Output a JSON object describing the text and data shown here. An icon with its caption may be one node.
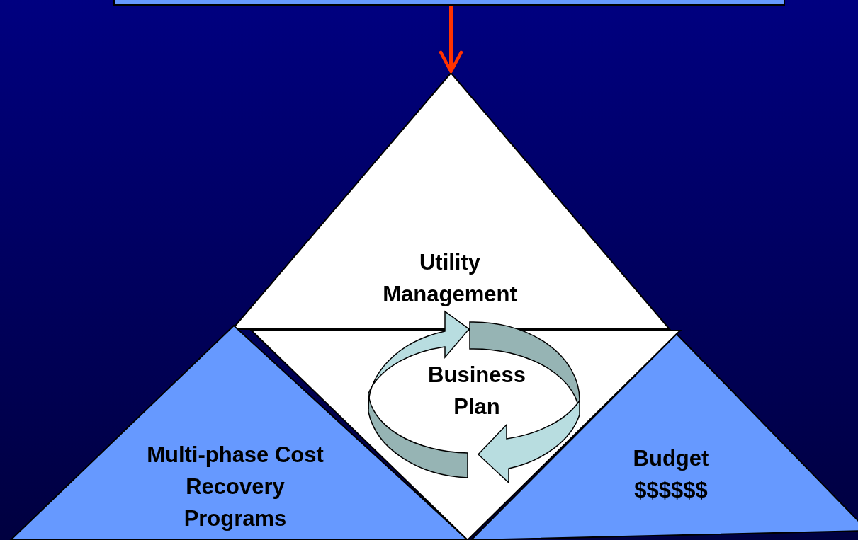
{
  "diagram": {
    "nodes": [
      {
        "text": [],
        "shape": "box"
      },
      {
        "text": [
          "Utility Management"
        ]
      },
      {
        "text": [
          "Multi-phase Cost Recovery Programs"
        ]
      },
      {
        "text": [
          "Business Plan"
        ]
      },
      {
        "text": [
          "Budget $$$$$$"
        ]
      }
    ],
    "edges": [
      {
        "from": 0,
        "to": 1,
        "arrow": "to",
        "color": "#ff3300"
      }
    ]
  }
}
